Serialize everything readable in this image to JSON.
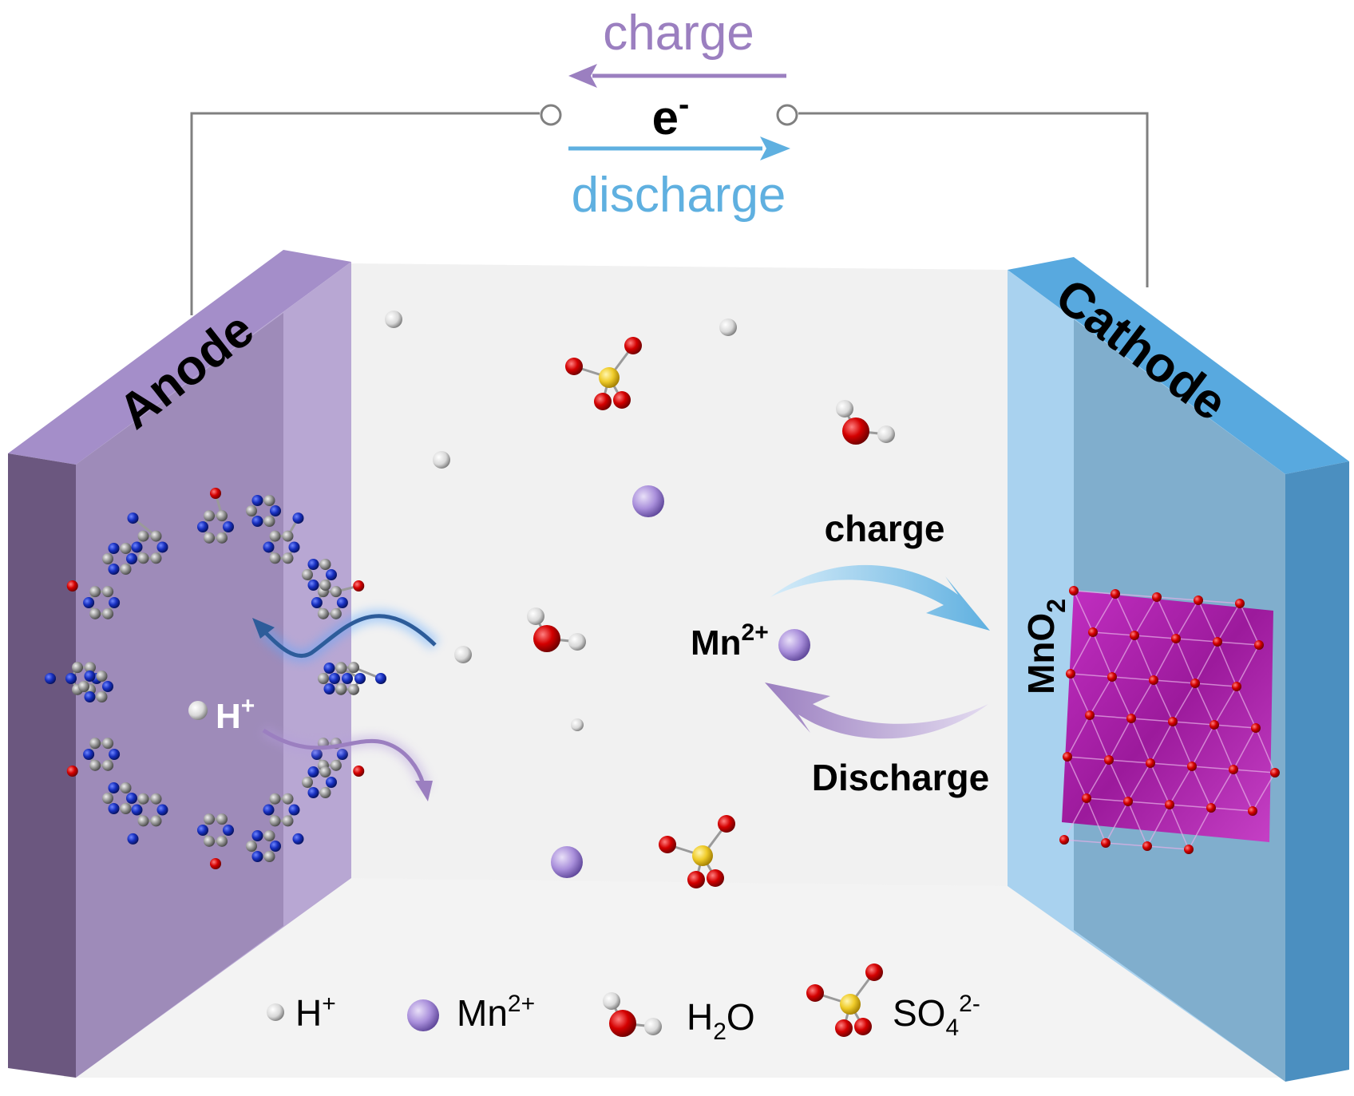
{
  "circuit": {
    "charge_label": "charge",
    "electron_label": "e",
    "electron_sup": "-",
    "discharge_label": "discharge"
  },
  "electrodes": {
    "anode_label": "Anode",
    "cathode_label": "Cathode",
    "cathode_material": "MnO",
    "cathode_material_sub": "2"
  },
  "process": {
    "charge_label": "charge",
    "discharge_label": "Discharge",
    "ion_label": "Mn",
    "ion_sup": "2+",
    "proton_label": "H",
    "proton_sup": "+"
  },
  "legend": {
    "h_plus": {
      "base": "H",
      "sup": "+"
    },
    "mn": {
      "base": "Mn",
      "sup": "2+"
    },
    "h2o": {
      "pre": "H",
      "sub": "2",
      "post": "O"
    },
    "so4": {
      "base": "SO",
      "sub": "4",
      "sup": "2-"
    }
  },
  "colors": {
    "charge": "#9b7fc0",
    "discharge": "#5fb0e0",
    "anode": "#a48ec9",
    "cathode": "#58a9df",
    "electrolyte": "#f1f1f1",
    "oxygen": "#cc0000",
    "sulfur": "#f3d23a",
    "nitrogen": "#1a2fb5",
    "carbon": "#8c8c8c",
    "mno2": "#b01fb0"
  }
}
